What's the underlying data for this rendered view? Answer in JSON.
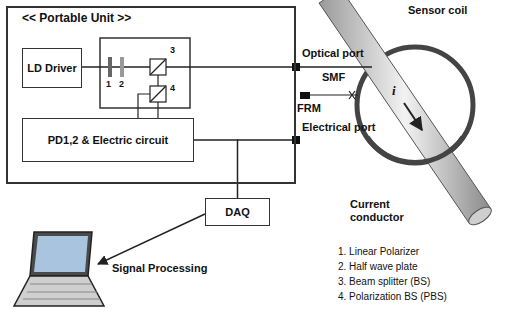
{
  "diagram": {
    "nodes": [
      {
        "text": [
          "<< Portable Unit >>"
        ]
      },
      {
        "text": [
          "LD Driver"
        ],
        "in": 0
      },
      {
        "text": [
          "PD1,2 & Electric circuit"
        ],
        "in": 0
      },
      {
        "text": [
          "DAQ"
        ]
      }
    ],
    "edges": [
      {
        "from": 2,
        "to": 3,
        "arrow": "none"
      }
    ],
    "labels": [
      "1",
      "2",
      "3",
      "4",
      "Optical port",
      "Electrical port",
      "SMF",
      "FRM",
      "Sensor coil",
      "i",
      "Current conductor",
      "Signal Processing",
      "1. Linear Polarizer",
      "2. Half wave plate",
      "3. Beam splitter (BS)",
      "4. Polarization BS (PBS)"
    ]
  }
}
